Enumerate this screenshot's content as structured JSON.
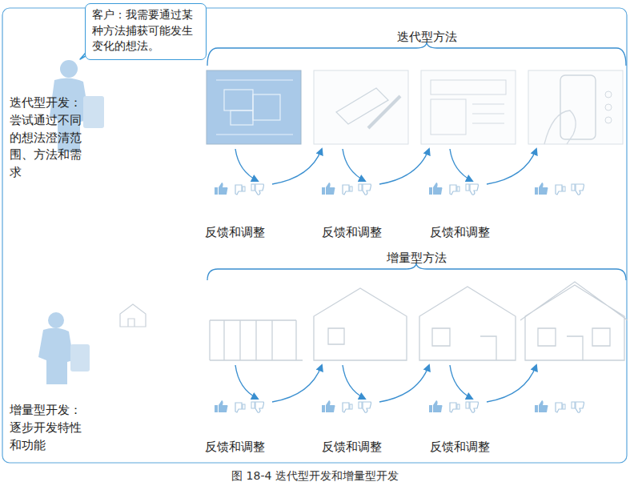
{
  "diagram": {
    "caption": "图 18-4 迭代型开发和增量型开发",
    "nodes": [
      {
        "text": [
          "客户：我需要通过某种方法捕获可能发生变化的想法。"
        ]
      }
    ],
    "labels": [
      "迭代型方法",
      "迭代型开发：尝试通过不同的想法澄清范围、方法和需求",
      "反馈和调整",
      "反馈和调整",
      "反馈和调整",
      "增量型方法",
      "增量型开发：逐步开发特性和功能",
      "反馈和调整",
      "反馈和调整",
      "反馈和调整"
    ]
  }
}
